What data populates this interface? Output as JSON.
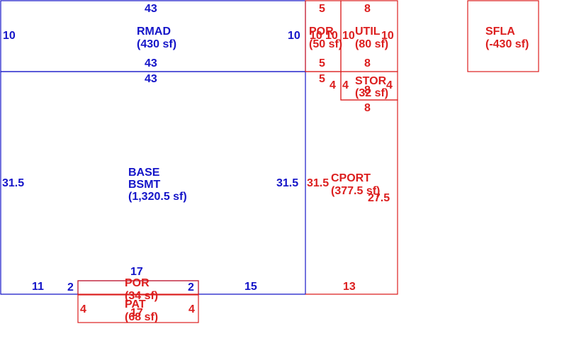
{
  "colors": {
    "blue": "#1414c8",
    "red": "#dc1e1e",
    "background": "#ffffff"
  },
  "areas": {
    "rmad": {
      "line1": "RMAD",
      "line2": "(430 sf)"
    },
    "base": {
      "line1": "BASE",
      "line2": "BSMT",
      "line3": "(1,320.5 sf)"
    },
    "por_top": {
      "line1": "POR",
      "line2": "(50 sf)"
    },
    "util": {
      "line1": "UTIL",
      "line2": "(80 sf)"
    },
    "stor": {
      "line1": "STOR",
      "line2": "(32 sf)"
    },
    "cport": {
      "line1": "CPORT",
      "line2": "(377.5 sf)"
    },
    "sfla": {
      "line1": "SFLA",
      "line2": "(-430 sf)"
    },
    "por_bottom": {
      "line1": "POR",
      "line2": "(34 sf)"
    },
    "pat": {
      "line1": "PAT",
      "line2": "(68 sf)"
    }
  },
  "dimensions": {
    "rmad_top": "43",
    "rmad_bottom": "43",
    "rmad_left": "10",
    "rmad_right": "10",
    "base_top": "43",
    "base_left": "31.5",
    "base_right": "31.5",
    "base_bottom_a": "11",
    "base_bottom_b": "15",
    "base_bottom_c": "17",
    "base_notch_left": "2",
    "base_notch_right": "2",
    "por_top_w": "5",
    "por_top_w2": "5",
    "por_left": "10",
    "por_right": "10",
    "util_top": "8",
    "util_bottom": "8",
    "util_left": "10",
    "util_right": "10",
    "stor_top": "5",
    "stor_left": "4",
    "stor_left2": "4",
    "stor_right": "4",
    "stor_center": "8",
    "stor_bottom": "8",
    "cport_left": "31.5",
    "cport_right": "27.5",
    "cport_bottom": "13",
    "pat_left": "4",
    "pat_right": "4",
    "pat_center": "17"
  }
}
